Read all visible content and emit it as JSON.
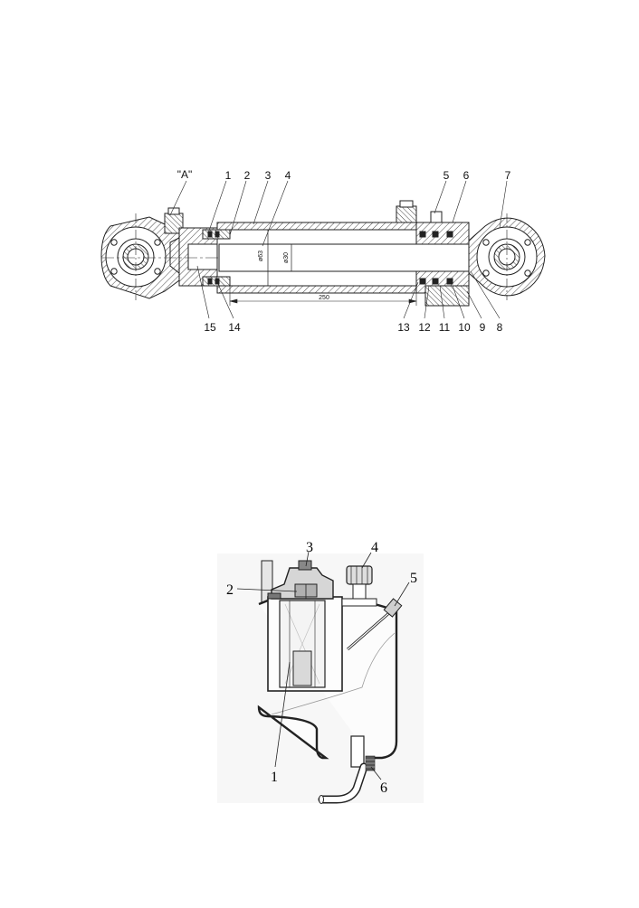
{
  "cylinder": {
    "view_label": "\"A\"",
    "callouts": [
      "1",
      "2",
      "3",
      "4",
      "5",
      "6",
      "7",
      "8",
      "9",
      "10",
      "11",
      "12",
      "13",
      "14",
      "15"
    ],
    "dim_bore": "ø63",
    "dim_rod": "ø30",
    "dim_stroke": "250"
  },
  "tank": {
    "callouts": [
      "1",
      "2",
      "3",
      "4",
      "5",
      "6"
    ]
  }
}
